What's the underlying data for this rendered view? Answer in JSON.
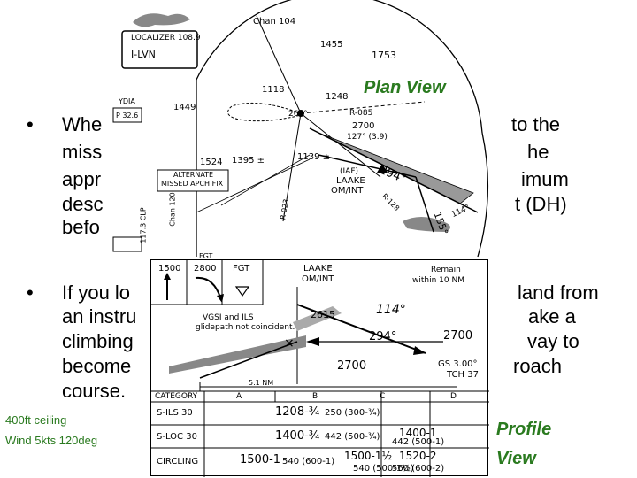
{
  "bullets": [
    {
      "lines": [
        "Whe",
        "miss",
        "appr",
        "desc",
        "befo"
      ],
      "tail": [
        "to the",
        "he",
        "imum",
        "t (DH)",
        ""
      ]
    },
    {
      "lines": [
        "If you lo",
        "an instru",
        "climbing",
        "become",
        "course."
      ],
      "tail": [
        "land from",
        "ake a",
        "vay to",
        "roach",
        ""
      ]
    }
  ],
  "bullet_glyph": "•",
  "captions": {
    "plan": "Plan View",
    "profile_line1": "Profile",
    "profile_line2": "View"
  },
  "weather": {
    "line1": "400ft ceiling",
    "line2": "Wind 5kts 120deg"
  },
  "plan_labels": {
    "chan_top": "Chan 104",
    "localizer": "LOCALIZER 108.9",
    "ident": "I-LVN",
    "alt_1455": "1455",
    "alt_1753": "1753",
    "alt_1449": "1449",
    "alt_1118": "1118",
    "alt_1248": "1248",
    "angle_265": "265°",
    "r085": "R-085",
    "dist_2700": "2700",
    "course_127": "127° (3.9)",
    "alt_1139": "1139 ±",
    "alt_1524": "1524",
    "alt_1395": "1395 ±",
    "iaf": "(IAF)",
    "laake_plan": "LAAKE",
    "om_int": "OM/INT",
    "course_294": "294°",
    "course_114": "114°",
    "course_155": "155°",
    "alternate": "ALTERNATE",
    "missed_fix": "MISSED APCH FIX",
    "ydia": "YDIA",
    "freq_326": "P 32.6",
    "clp": "117.3 CLP",
    "chan120": "Chan 120",
    "r128": "R-128",
    "r023": "R-023",
    "fgt_plan": "FGT"
  },
  "profile": {
    "col_1500": "1500",
    "col_2800": "2800",
    "col_fgt": "FGT",
    "laake": "LAAKE",
    "om_int": "OM/INT",
    "remain1": "Remain",
    "remain2": "within 10 NM",
    "vgsi1": "VGSI and ILS",
    "vgsi2": "glidepath not coincident.",
    "alt_2615": "2615",
    "course_114": "114°",
    "course_294": "294°",
    "alt_2700a": "2700",
    "alt_2700b": "2700",
    "gs": "GS 3.00°",
    "tch": "TCH 37",
    "dist": "5.1 NM"
  },
  "minima": {
    "headers": [
      "CATEGORY",
      "A",
      "B",
      "C",
      "D"
    ],
    "rows": [
      {
        "label": "S-ILS 30",
        "ab": "1208-¾",
        "ab_hat": "250 (300-¾)",
        "c": "",
        "d": ""
      },
      {
        "label": "S-LOC 30",
        "ab": "1400-¾",
        "ab_hat": "442 (500-¾)",
        "c": "",
        "d": "1400-1"
      },
      {
        "label": "CIRCLING",
        "ab": "1500-1",
        "ab_hat": "540 (600-1)",
        "c": "1500-1½",
        "d": "1520-2"
      }
    ],
    "c_hat_loc": "",
    "d_hat_loc": "442 (500-1)",
    "c_hat_circ": "540 (500-1½)",
    "d_hat_circ": "560 (600-2)"
  },
  "colors": {
    "caption_green": "#2a7a1f"
  }
}
